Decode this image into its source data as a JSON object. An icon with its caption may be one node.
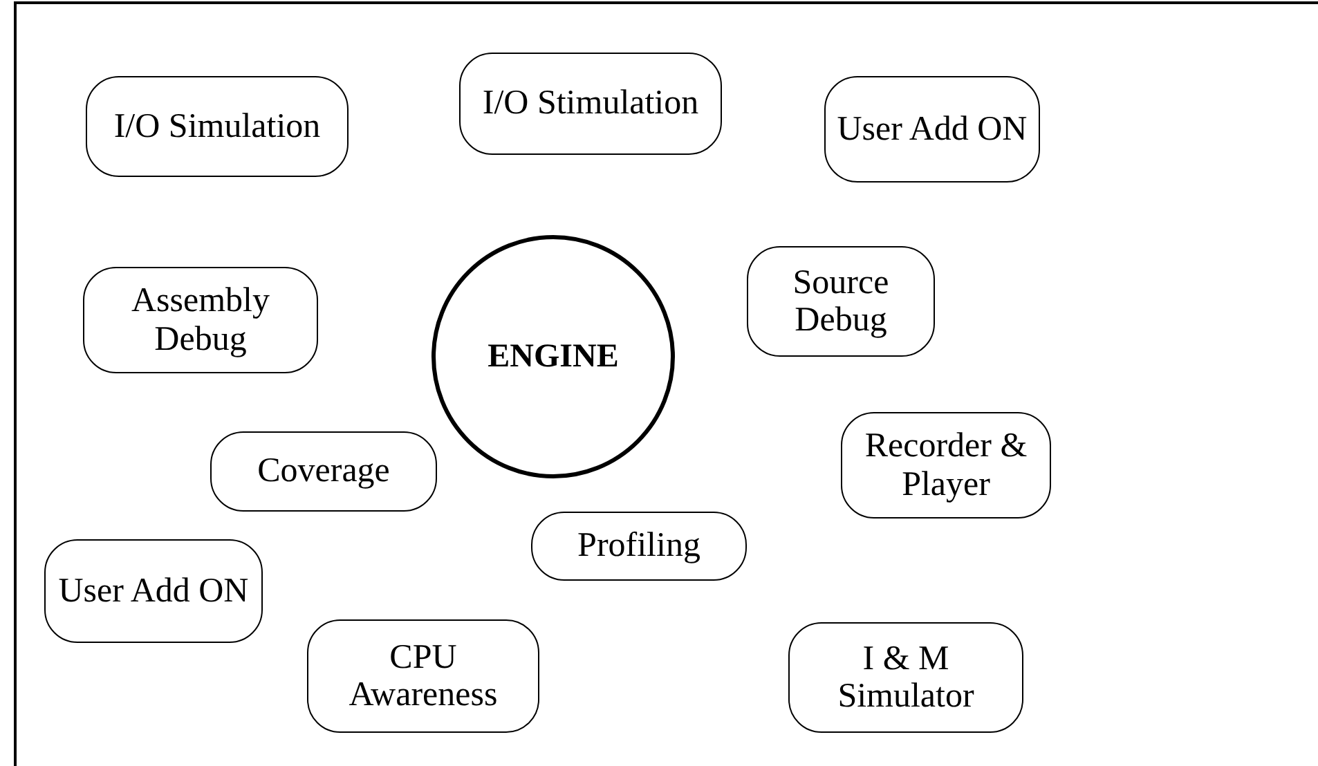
{
  "diagram": {
    "nodes": [
      {
        "text": [
          "I/O Simulation"
        ]
      },
      {
        "text": [
          "I/O Stimulation"
        ]
      },
      {
        "text": [
          "User Add ON"
        ]
      },
      {
        "text": [
          "Assembly Debug"
        ]
      },
      {
        "text": [
          "ENGINE"
        ]
      },
      {
        "text": [
          "Source Debug"
        ]
      },
      {
        "text": [
          "Coverage"
        ]
      },
      {
        "text": [
          "Recorder & Player"
        ]
      },
      {
        "text": [
          "Profiling"
        ]
      },
      {
        "text": [
          "User Add ON"
        ]
      },
      {
        "text": [
          "CPU Awareness"
        ]
      },
      {
        "text": [
          "I & M Simulator"
        ]
      }
    ]
  }
}
